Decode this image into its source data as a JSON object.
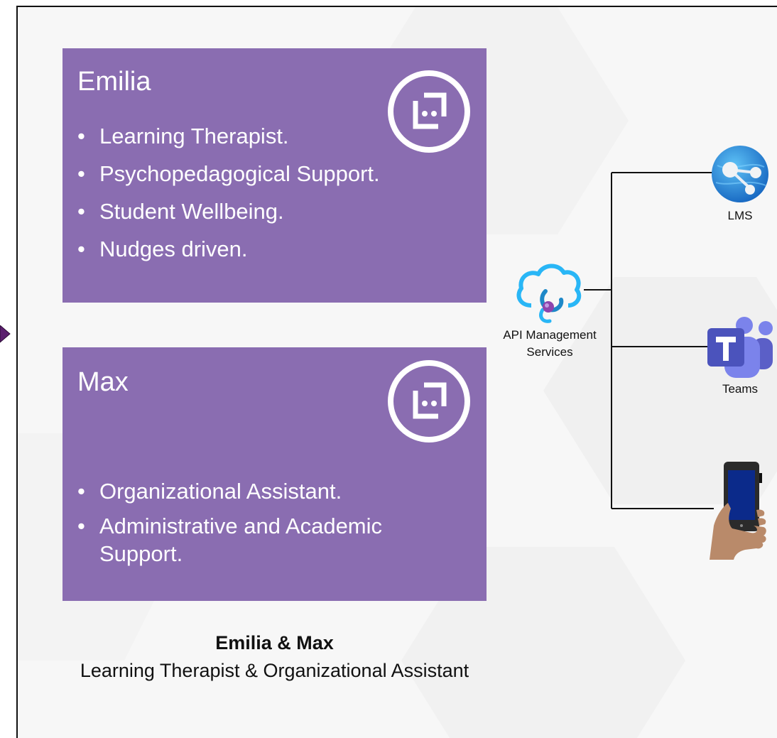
{
  "emilia": {
    "name": "Emilia",
    "points": [
      "Learning Therapist.",
      "Psychopedagogical Support.",
      "Student Wellbeing.",
      "Nudges driven."
    ],
    "icon": "bot-icon"
  },
  "max": {
    "name": "Max",
    "points": [
      "Organizational Assistant.",
      "Administrative and Academic Support."
    ],
    "icon": "bot-icon"
  },
  "caption": {
    "title": "Emilia & Max",
    "subtitle": "Learning Therapist & Organizational Assistant"
  },
  "hub": {
    "label": "API Management Services",
    "icon": "cloud-api-icon"
  },
  "channels": [
    {
      "label": "LMS",
      "icon": "web-app-icon"
    },
    {
      "label": "Teams",
      "icon": "teams-icon"
    },
    {
      "label": "",
      "icon": "mobile-phone-icon"
    }
  ],
  "colors": {
    "card": "#8a6db1",
    "arrow": "#5b1f6e",
    "lms": "#1e88e5",
    "teams": "#5b5fc7",
    "cloud": "#29b6f6"
  }
}
